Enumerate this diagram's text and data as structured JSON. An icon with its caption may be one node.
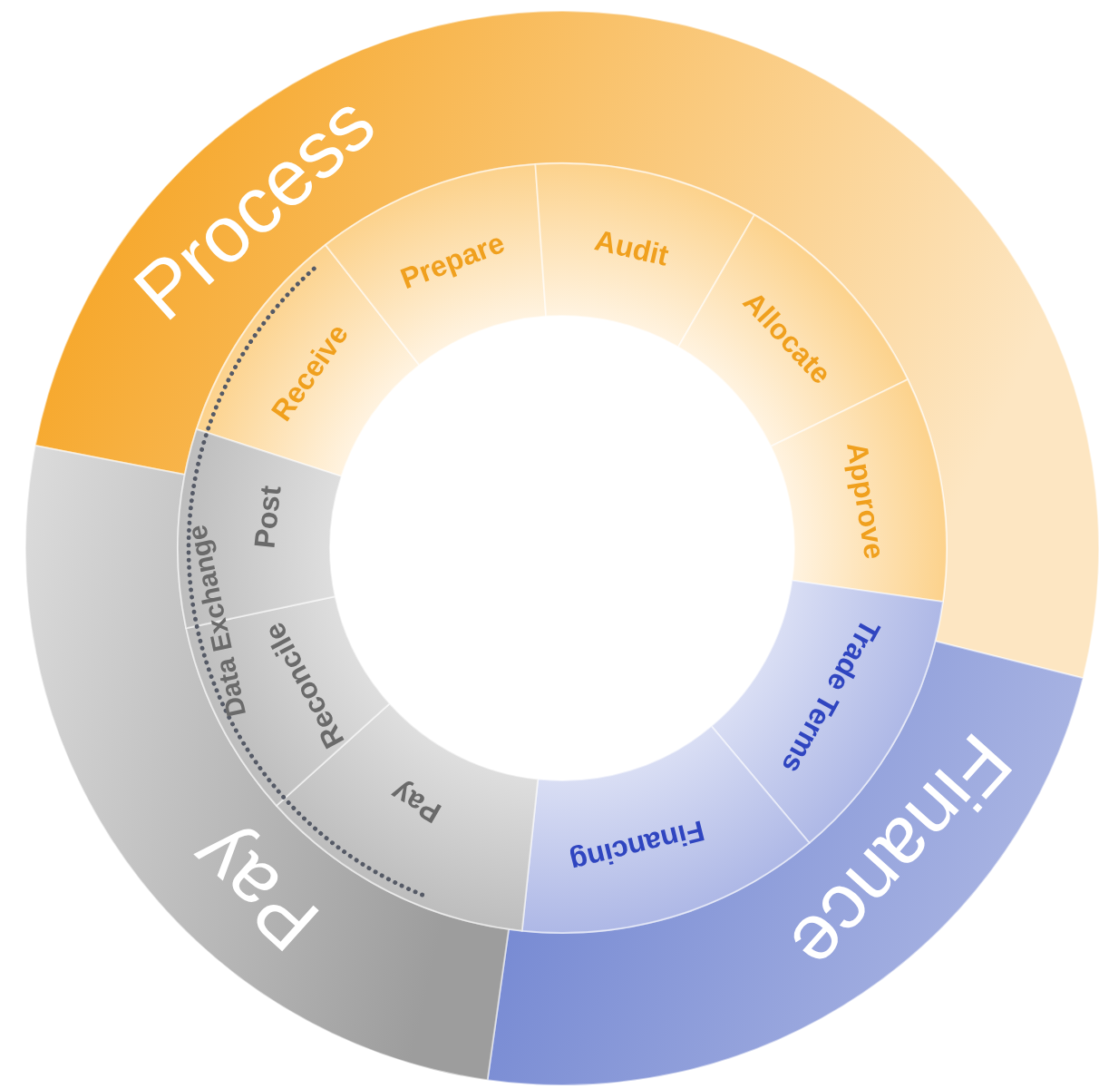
{
  "diagram": {
    "nodes": [
      {
        "text": [
          "Process"
        ]
      },
      {
        "text": [
          "Receive"
        ]
      },
      {
        "text": [
          "Prepare"
        ]
      },
      {
        "text": [
          "Audit"
        ]
      },
      {
        "text": [
          "Allocate"
        ]
      },
      {
        "text": [
          "Approve"
        ]
      },
      {
        "text": [
          "Finance"
        ]
      },
      {
        "text": [
          "Trade Terms"
        ]
      },
      {
        "text": [
          "Financing"
        ]
      },
      {
        "text": [
          "Pay"
        ]
      },
      {
        "text": [
          "Pay"
        ]
      },
      {
        "text": [
          "Reconcile"
        ]
      },
      {
        "text": [
          "Post"
        ]
      }
    ],
    "labels": [
      "Data Exchange"
    ]
  }
}
